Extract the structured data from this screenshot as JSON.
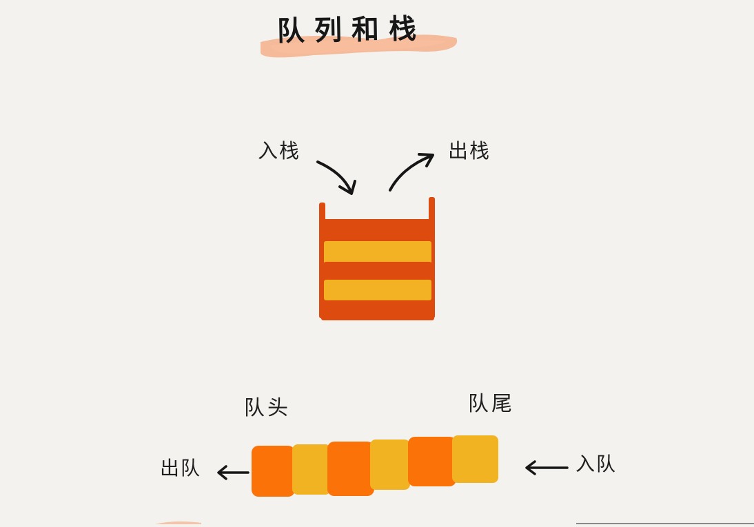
{
  "title": "队列和栈",
  "stack": {
    "push_label": "入栈",
    "pop_label": "出栈"
  },
  "queue": {
    "head_label": "队头",
    "tail_label": "队尾",
    "dequeue_label": "出队",
    "enqueue_label": "入队"
  },
  "colors": {
    "background": "#f3f2ee",
    "highlight": "#f5b08a",
    "stack_red": "#de4b0f",
    "stack_yellow": "#f2b224",
    "queue_orange": "#fb7208",
    "queue_yellow": "#f2b322",
    "ink": "#1a1a1a"
  }
}
